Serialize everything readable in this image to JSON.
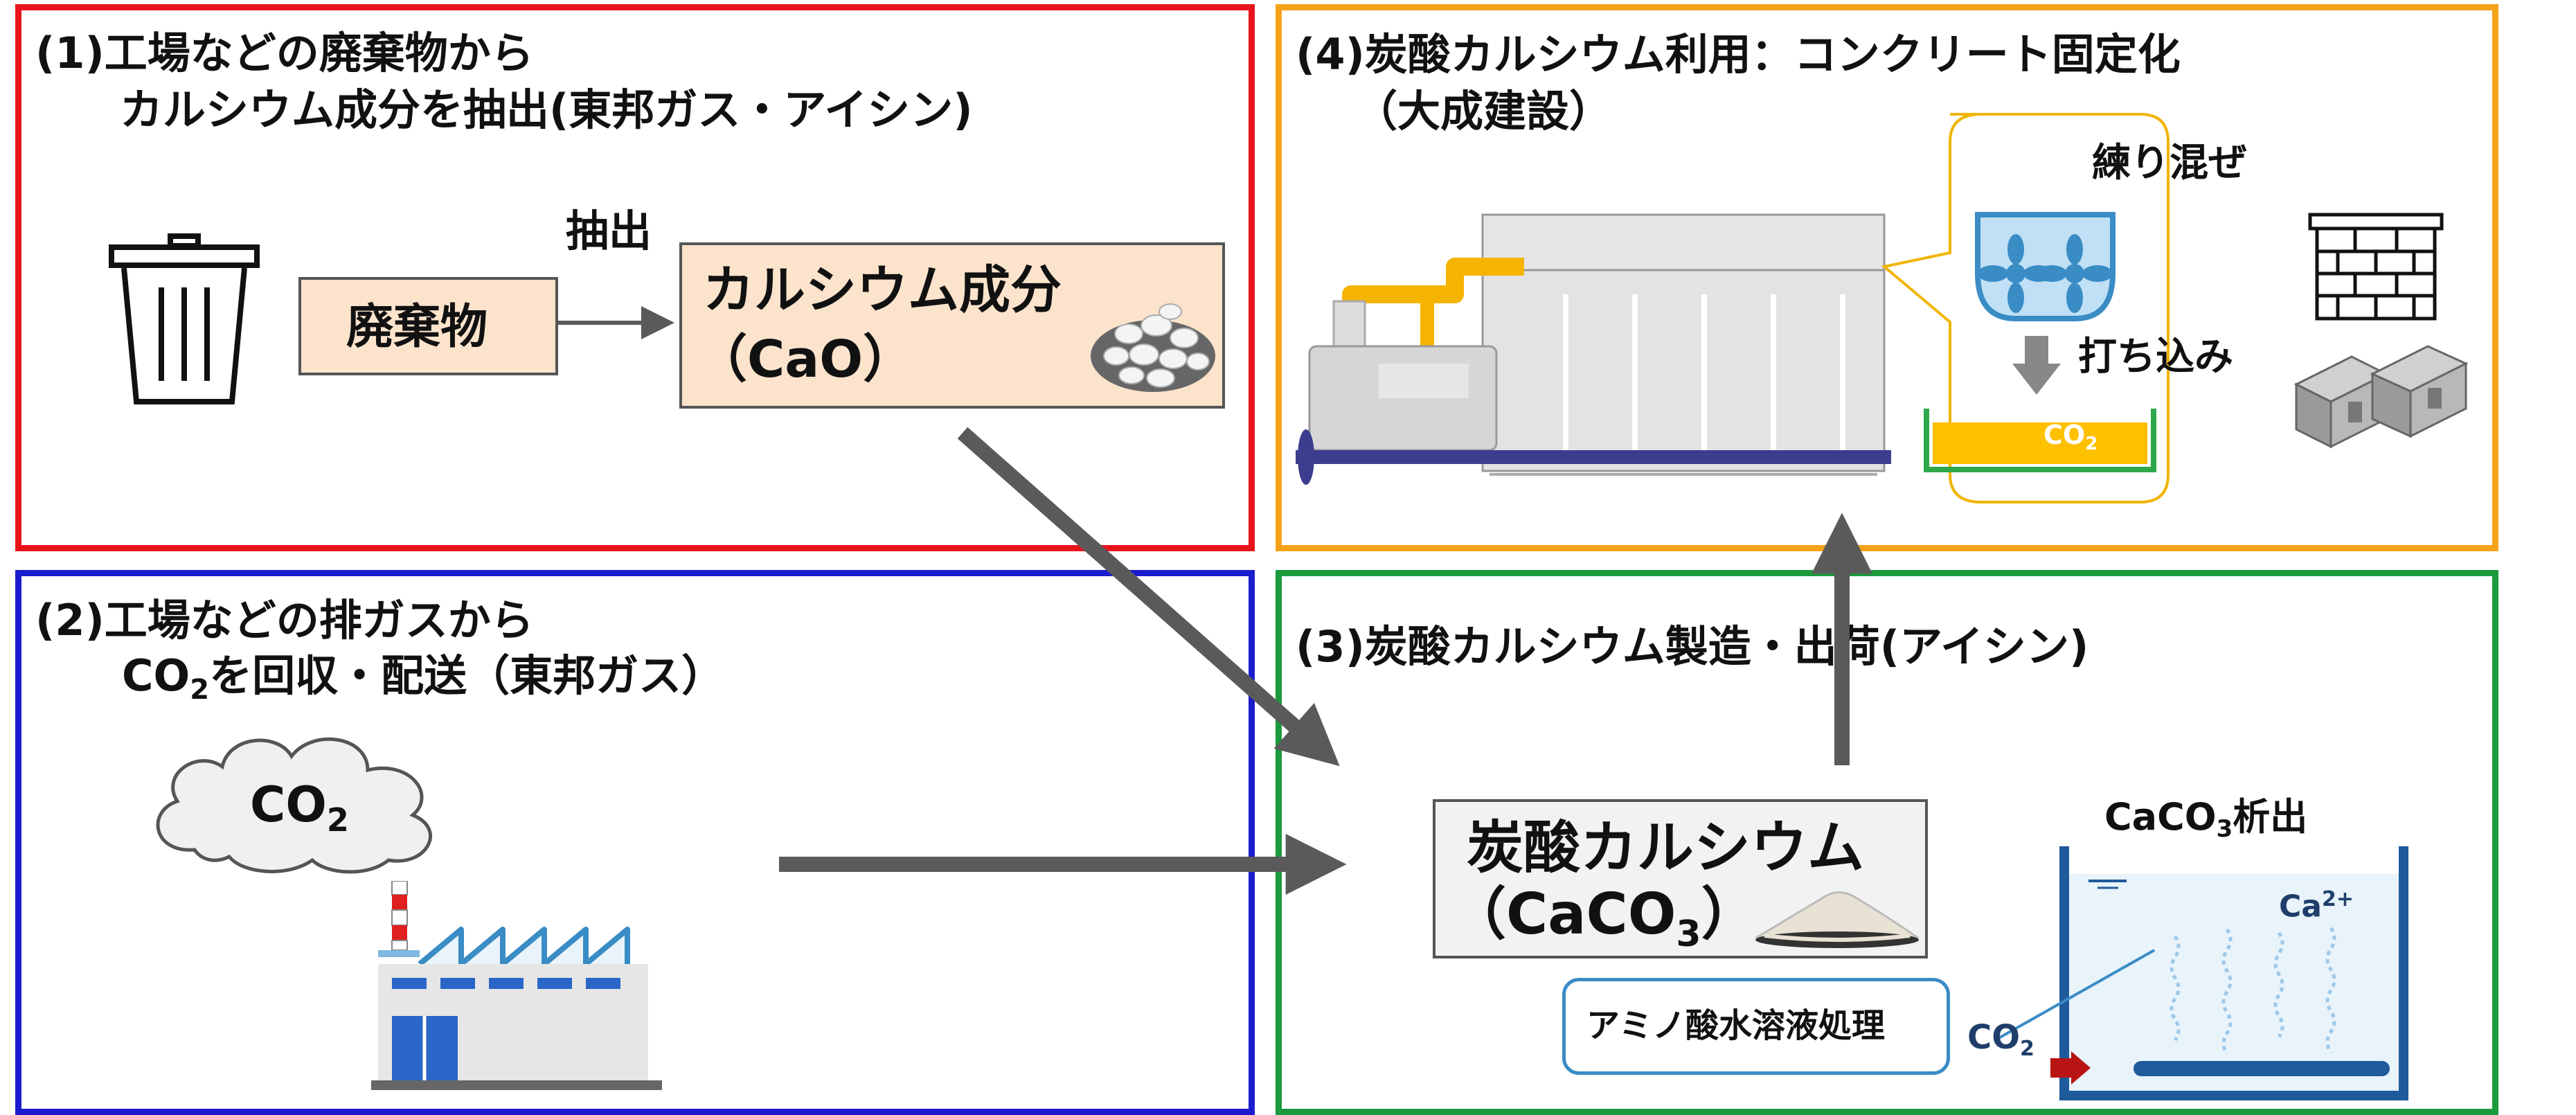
{
  "colors": {
    "panel1_border": "#e8141c",
    "panel2_border": "#1c1ccf",
    "panel3_border": "#1a9a3c",
    "panel4_border": "#f5a21b",
    "arrow": "#5a5a5a",
    "material_box": "#fbe3cc",
    "product_box": "#f2f2f2",
    "concrete_fill": "#ffc000"
  },
  "panel1": {
    "title_line1": "(1)工場などの廃棄物から",
    "title_line2": "カルシウム成分を抽出(東邦ガス・アイシン)",
    "waste_label": "廃棄物",
    "extract_label": "抽出",
    "calcium_label": "カルシウム成分",
    "calcium_formula": "（CaO）",
    "icons": [
      "trash-can-icon",
      "lime-stones-icon"
    ]
  },
  "panel2": {
    "title_line1": "(2)工場などの排ガスから",
    "title_co": "CO",
    "title_sub": "2",
    "title_rest": "を回収・配送（東邦ガス）",
    "cloud_co": "CO",
    "cloud_sub": "2",
    "icons": [
      "co2-cloud-icon",
      "factory-icon"
    ]
  },
  "panel3": {
    "title": "(3)炭酸カルシウム製造・出荷(アイシン)",
    "product_label": "炭酸カルシウム",
    "formula_open": "（CaCO",
    "formula_sub": "3",
    "formula_close": "）",
    "precip_prefix": "CaCO",
    "precip_sub": "3",
    "precip_suffix": "析出",
    "ion_label": "Ca",
    "ion_charge": "2+",
    "callout": "アミノ酸水溶液処理",
    "inlet_co": "CO",
    "inlet_sub": "2",
    "icons": [
      "calcium-carbonate-powder-icon",
      "precipitation-tank-icon"
    ]
  },
  "panel4": {
    "title": "(4)炭酸カルシウム利用：コンクリート固定化",
    "subtitle": "（大成建設）",
    "mix_label": "練り混ぜ",
    "pour_label": "打ち込み",
    "mold_co": "CO",
    "mold_sub": "2",
    "icons": [
      "concrete-plant-icon",
      "mixer-icon",
      "brick-wall-icon",
      "concrete-blocks-icon"
    ]
  }
}
